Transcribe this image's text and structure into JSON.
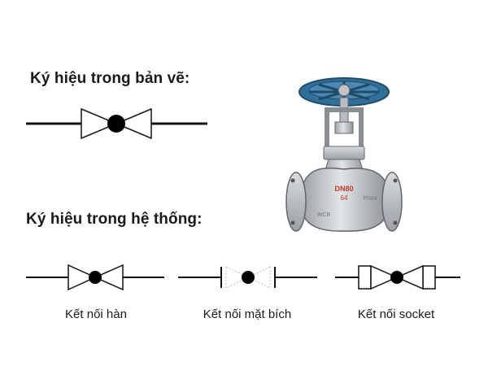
{
  "headings": {
    "drawing_symbol": "Ký hiệu trong bản vẽ:",
    "system_symbol": "Ký hiệu trong hệ thống:"
  },
  "valve_photo": {
    "body_marking_size": "DN80",
    "body_marking_pressure": "64",
    "body_marking_material": "WCB",
    "body_marking_side": "PN64"
  },
  "connections": [
    {
      "label": "Kết nối hàn"
    },
    {
      "label": "Kết nối mặt bích"
    },
    {
      "label": "Kết nối socket"
    }
  ],
  "colors": {
    "line": "#111111",
    "ball": "#000000",
    "handwheel": "#2f6f9a",
    "valve_body": "#c9ccd1",
    "dashed": "#bbbbbb"
  }
}
